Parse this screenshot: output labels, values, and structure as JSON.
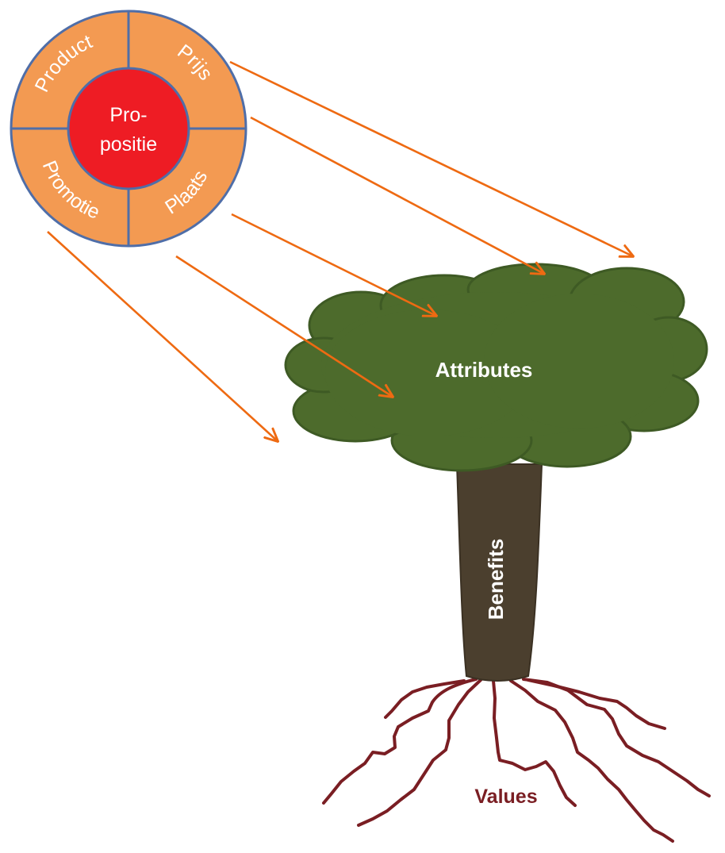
{
  "wheel": {
    "segments": [
      {
        "id": "product",
        "label": "Product"
      },
      {
        "id": "prijs",
        "label": "Prijs"
      },
      {
        "id": "promotie",
        "label": "Promotie"
      },
      {
        "id": "plaats",
        "label": "Plaats"
      }
    ],
    "center": {
      "line1": "Pro-",
      "line2": "positie"
    }
  },
  "tree": {
    "crown_label": "Attributes",
    "trunk_label": "Benefits",
    "roots_label": "Values"
  },
  "colors": {
    "segment_fill": "#f39a52",
    "segment_stroke": "#4f6ea8",
    "center_fill": "#ee1c24",
    "arrow": "#ee6a12",
    "crown_fill": "#4d6b2c",
    "crown_stroke": "#3e5a24",
    "trunk_fill": "#4b3f2e",
    "root": "#7a1e23"
  }
}
